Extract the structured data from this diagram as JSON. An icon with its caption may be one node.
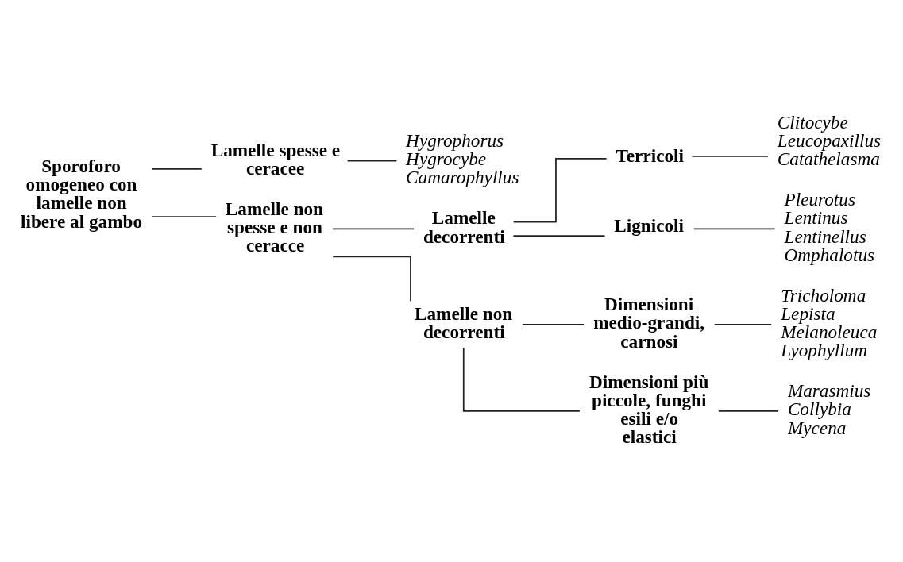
{
  "diagram": {
    "nodes": [
      {
        "text": [
          "Sporoforo omogeneo con lamelle non libere al gambo"
        ]
      },
      {
        "text": [
          "Lamelle spesse e ceracee"
        ]
      },
      {
        "text": [
          "Hygrophorus",
          "Hygrocybe",
          "Camarophyllus"
        ]
      },
      {
        "text": [
          "Lamelle non spesse e non ceracce"
        ]
      },
      {
        "text": [
          "Lamelle decorrenti"
        ]
      },
      {
        "text": [
          "Terricoli"
        ]
      },
      {
        "text": [
          "Clitocybe",
          "Leucopaxillus",
          "Catathelasma"
        ]
      },
      {
        "text": [
          "Lignicoli"
        ]
      },
      {
        "text": [
          "Pleurotus",
          "Lentinus",
          "Lentinellus",
          "Omphalotus"
        ]
      },
      {
        "text": [
          "Lamelle non decorrenti"
        ]
      },
      {
        "text": [
          "Dimensioni medio-grandi, carnosi"
        ]
      },
      {
        "text": [
          "Tricholoma",
          "Lepista",
          "Melanoleuca",
          "Lyophyllum"
        ]
      },
      {
        "text": [
          "Dimensioni più piccole, funghi esili e/o elastici"
        ]
      },
      {
        "text": [
          "Marasmius",
          "Collybia",
          "Mycena"
        ]
      }
    ],
    "edges": [
      {
        "from": 0,
        "to": 1,
        "arrow": "none"
      },
      {
        "from": 0,
        "to": 3,
        "arrow": "none"
      },
      {
        "from": 1,
        "to": 2,
        "arrow": "none"
      },
      {
        "from": 3,
        "to": 4,
        "arrow": "none"
      },
      {
        "from": 3,
        "to": 9,
        "arrow": "none"
      },
      {
        "from": 4,
        "to": 5,
        "arrow": "none"
      },
      {
        "from": 4,
        "to": 7,
        "arrow": "none"
      },
      {
        "from": 5,
        "to": 6,
        "arrow": "none"
      },
      {
        "from": 7,
        "to": 8,
        "arrow": "none"
      },
      {
        "from": 9,
        "to": 10,
        "arrow": "none"
      },
      {
        "from": 9,
        "to": 12,
        "arrow": "none"
      },
      {
        "from": 10,
        "to": 11,
        "arrow": "none"
      },
      {
        "from": 12,
        "to": 13,
        "arrow": "none"
      }
    ]
  }
}
